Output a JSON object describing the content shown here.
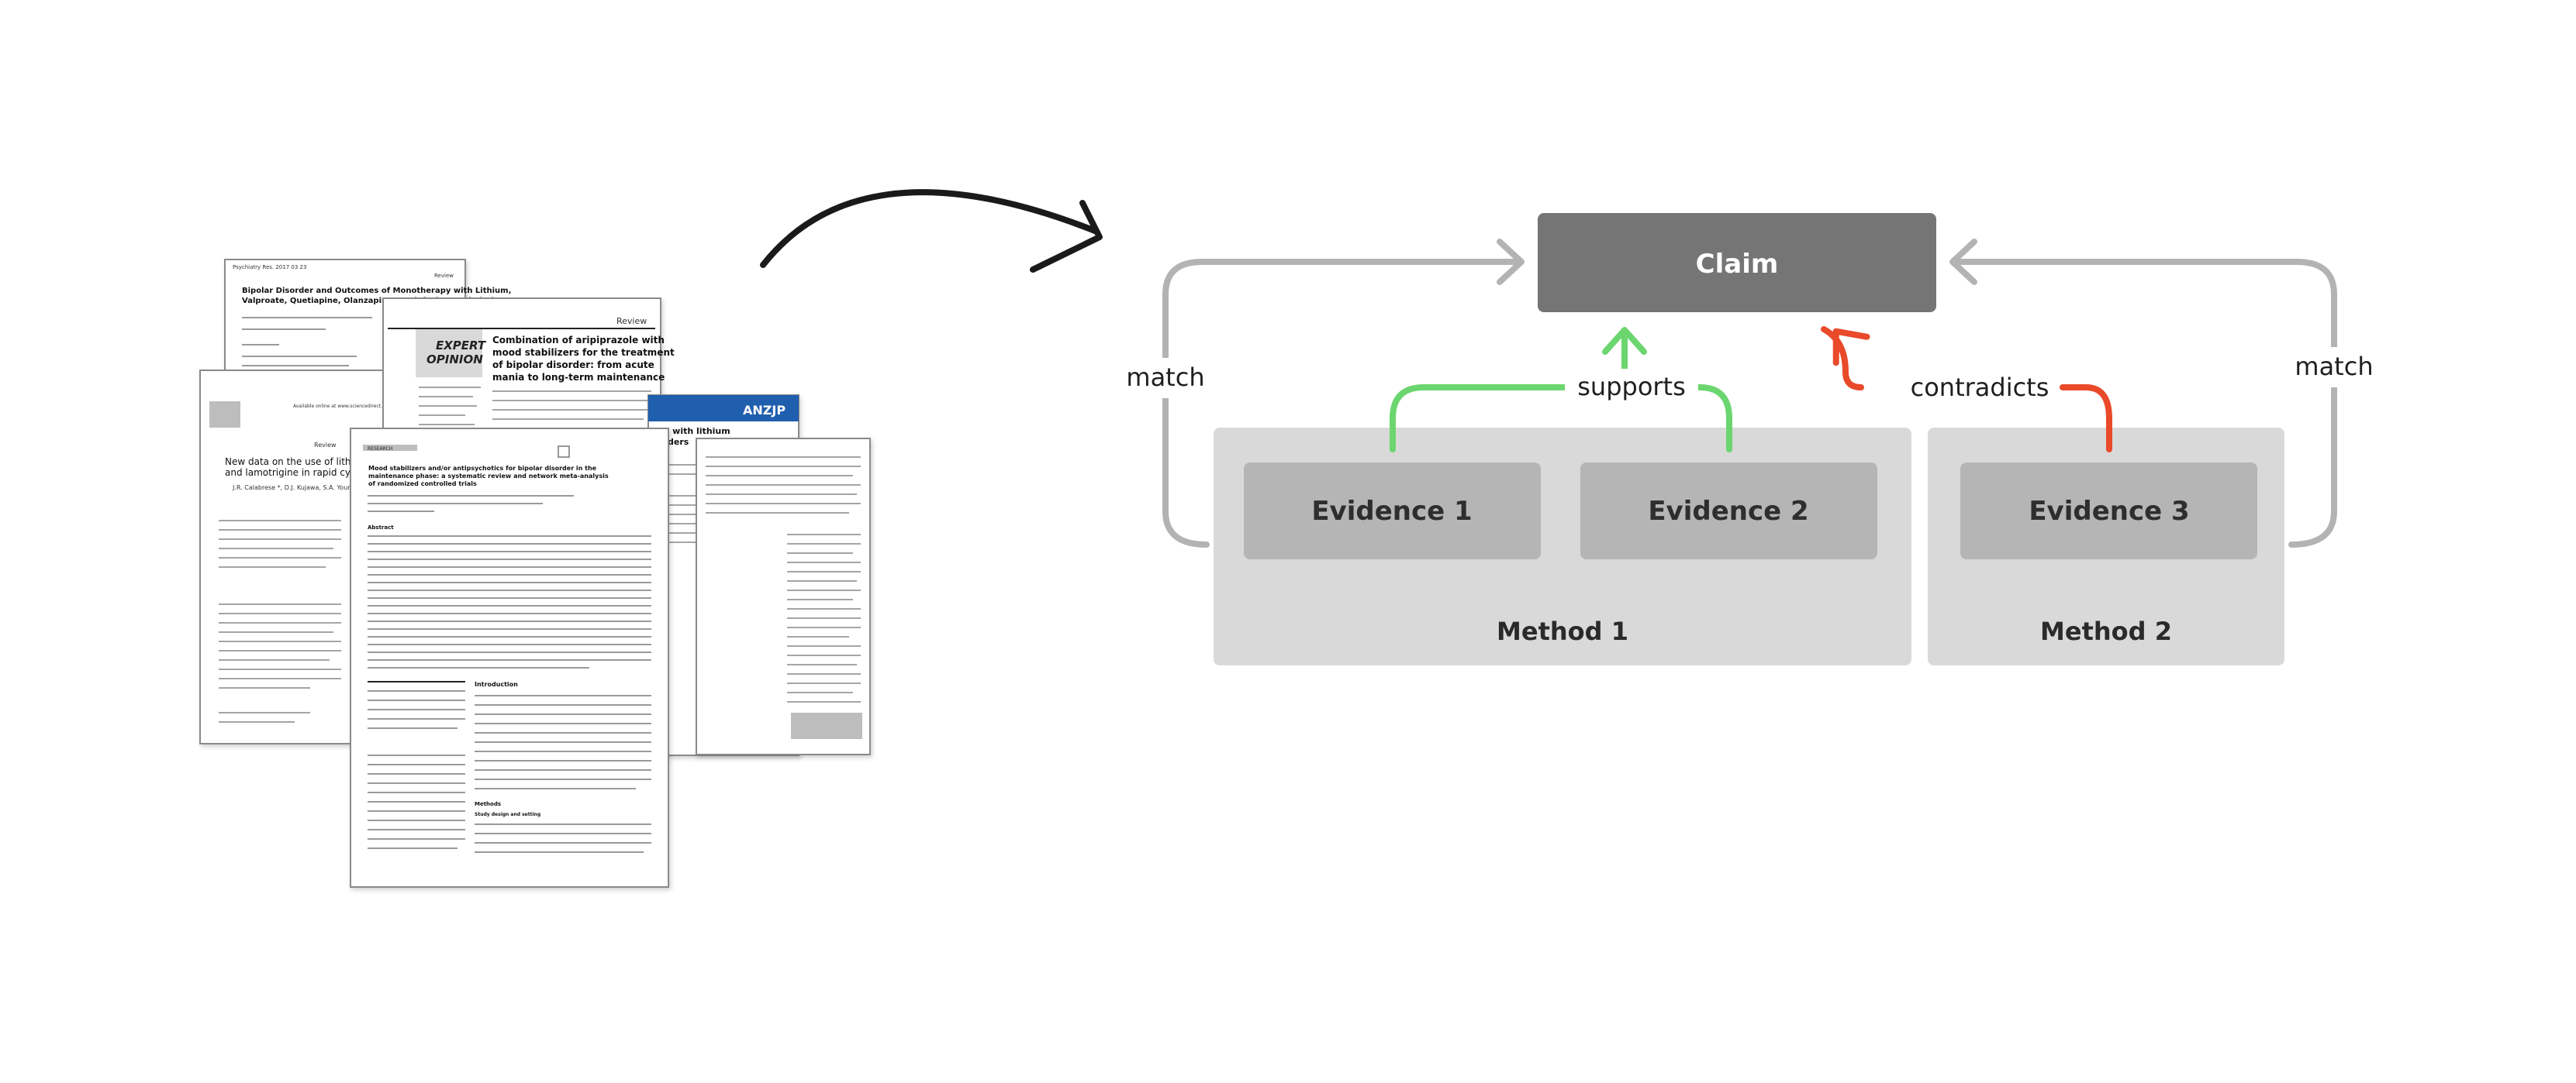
{
  "diagram": {
    "claim": {
      "label": "Claim",
      "fill": "#757575"
    },
    "evidence": [
      {
        "label": "Evidence 1"
      },
      {
        "label": "Evidence 2"
      },
      {
        "label": "Evidence 3"
      }
    ],
    "methods": [
      {
        "label": "Method 1"
      },
      {
        "label": "Method 2"
      }
    ],
    "relations": {
      "supports": {
        "label": "supports",
        "color": "#6bd66f"
      },
      "contradicts": {
        "label": "contradicts",
        "color": "#e94a2a"
      },
      "match_left": {
        "label": "match"
      },
      "match_right": {
        "label": "match"
      }
    },
    "colors": {
      "method_box": "#d9d9d9",
      "evidence_box": "#b5b5b5",
      "match_arrow": "#b3b3b3",
      "flow_arrow": "#1a1a1a"
    }
  },
  "papers": [
    {
      "journal_line": "Psychiatry Res. 2017 03 23",
      "title_lines": [
        "Bipolar Disorder and Outcomes of Monotherapy with Lithium,",
        "Valproate, Quetiapine, Olanzapine, Venlafaxine, and Citalopram"
      ],
      "badge": "Review"
    },
    {
      "journal_line": "Available online at www.sciencedirect.com",
      "title_lines": [
        "New data on the use of lithium, divalproate,",
        "and lamotrigine in rapid cycling bipolar disorder"
      ],
      "authors": "J.R. Calabrese *, D.J. Kujawa, S.A. Youngstrom, et al.",
      "badge": "Review"
    },
    {
      "section": "Review",
      "badge_lines": [
        "EXPERT",
        "OPINION"
      ],
      "title_lines": [
        "Combination of aripiprazole with",
        "mood stabilizers for the treatment",
        "of bipolar disorder: from acute",
        "mania to long-term maintenance"
      ]
    },
    {
      "journal_tag": "ANZJP",
      "title_lines": [
        "ed with lithium",
        "orders"
      ]
    },
    {
      "section": "RESEARCH",
      "title_lines": [
        "Mood stabilizers and/or antipsychotics for bipolar disorder in the",
        "maintenance phase: a systematic review and network meta-analysis",
        "of randomized controlled trials"
      ],
      "headings": [
        "Abstract",
        "Introduction",
        "Methods",
        "Study design and setting"
      ]
    }
  ]
}
